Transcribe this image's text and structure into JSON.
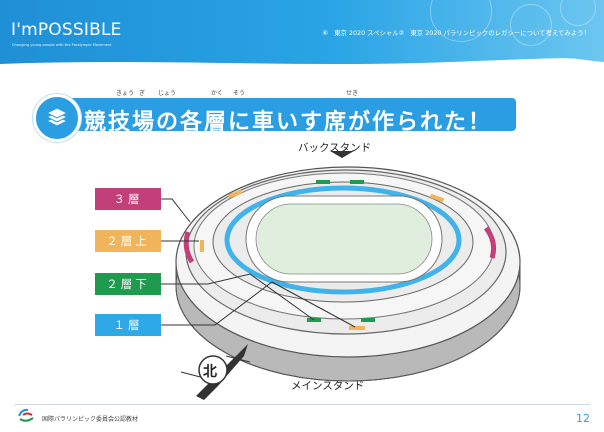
{
  "header": {
    "logo": "I'mPOSSIBLE",
    "tagline": "Changing young people with the Paralympic Movement",
    "series_label": "東京 2020 スペシャル②",
    "series_title": "東京 2020 パラリンピックのレガシーについて考えてみよう！",
    "series_icon": "circled-number-6"
  },
  "title": {
    "text": "競技場の各層に車いす席が作られた！",
    "icon": "stacked-layers-icon",
    "ruby": [
      "きょう",
      "ぎ",
      "じょう",
      "かく",
      "そう",
      "せき"
    ]
  },
  "diagram": {
    "back_stand": "バックスタンド",
    "main_stand": "メインスタンド",
    "north": "北"
  },
  "legend": [
    {
      "label": "３層",
      "color": "#c33f7a"
    },
    {
      "label": "２層上",
      "color": "#f2b45a"
    },
    {
      "label": "２層下",
      "color": "#1f9b4e"
    },
    {
      "label": "１層",
      "color": "#2ea8e6"
    }
  ],
  "footer": {
    "org": "国際パラリンピック委員会公認教材",
    "page": "12"
  }
}
